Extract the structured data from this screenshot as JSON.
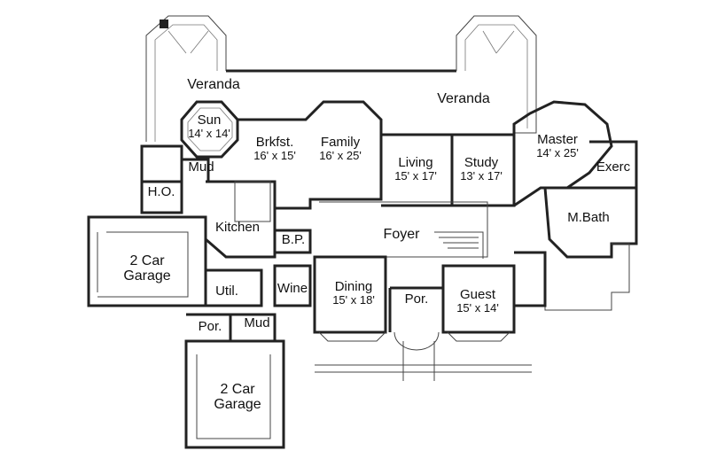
{
  "plan": {
    "rooms": {
      "veranda_left": {
        "name": "Veranda"
      },
      "veranda_right": {
        "name": "Veranda"
      },
      "sun": {
        "name": "Sun",
        "size": "14' x 14'"
      },
      "brkfst": {
        "name": "Brkfst.",
        "size": "16' x 15'"
      },
      "family": {
        "name": "Family",
        "size": "16' x 25'"
      },
      "living": {
        "name": "Living",
        "size": "15' x 17'"
      },
      "study": {
        "name": "Study",
        "size": "13' x 17'"
      },
      "master": {
        "name": "Master",
        "size": "14' x 25'"
      },
      "exerc": {
        "name": "Exerc"
      },
      "mud_top": {
        "name": "Mud"
      },
      "ho": {
        "name": "H.O."
      },
      "kitchen": {
        "name": "Kitchen"
      },
      "bp": {
        "name": "B.P."
      },
      "foyer": {
        "name": "Foyer"
      },
      "mbath": {
        "name": "M.Bath"
      },
      "garage_left": {
        "name": "2 Car\nGarage"
      },
      "util": {
        "name": "Util."
      },
      "wine": {
        "name": "Wine"
      },
      "dining": {
        "name": "Dining",
        "size": "15' x 18'"
      },
      "por_center": {
        "name": "Por."
      },
      "guest": {
        "name": "Guest",
        "size": "15' x 14'"
      },
      "por_left": {
        "name": "Por."
      },
      "mud_bottom": {
        "name": "Mud"
      },
      "garage_bottom": {
        "name": "2 Car\nGarage"
      }
    }
  }
}
